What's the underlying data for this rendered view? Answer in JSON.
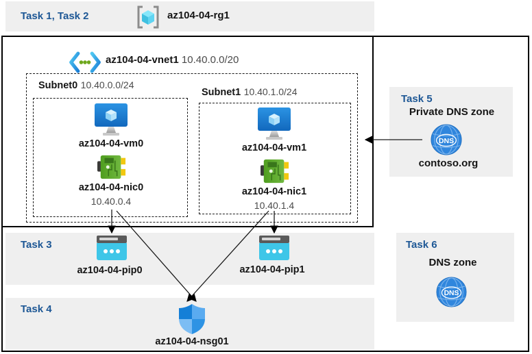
{
  "header": {
    "tasks_label": "Task 1, Task 2",
    "rg_name": "az104-04-rg1"
  },
  "vnet": {
    "name": "az104-04-vnet1",
    "cidr": "10.40.0.0/20",
    "subnets": [
      {
        "name": "Subnet0",
        "cidr": "10.40.0.0/24",
        "vm": "az104-04-vm0",
        "nic": "az104-04-nic0",
        "ip": "10.40.0.4"
      },
      {
        "name": "Subnet1",
        "cidr": "10.40.1.0/24",
        "vm": "az104-04-vm1",
        "nic": "az104-04-nic1",
        "ip": "10.40.1.4"
      }
    ]
  },
  "task3": {
    "label": "Task 3",
    "pip0": "az104-04-pip0",
    "pip1": "az104-04-pip1"
  },
  "task4": {
    "label": "Task 4",
    "nsg": "az104-04-nsg01"
  },
  "task5": {
    "label": "Task 5",
    "title": "Private DNS zone",
    "zone": "contoso.org",
    "dns_icon_text": "DNS"
  },
  "task6": {
    "label": "Task 6",
    "title": "DNS zone",
    "dns_icon_text": "DNS"
  },
  "colors": {
    "task_label_blue": "#1d5795",
    "band_gray": "#efefef",
    "vm_blue": "#1d7fd4",
    "nic_green": "#5fae2e",
    "pip_cyan": "#3ec6e8",
    "nsg_blue": "#2e93e4",
    "dns_blue": "#3086dd",
    "border_black": "#000000"
  }
}
